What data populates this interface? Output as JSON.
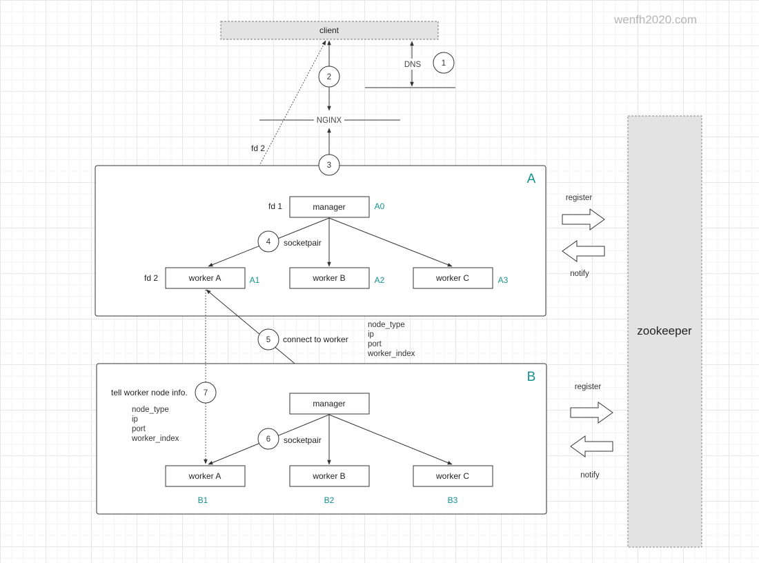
{
  "watermark": "wenfh2020.com",
  "client": {
    "label": "client"
  },
  "dns": {
    "label": "DNS"
  },
  "nginx": {
    "label": "NGINX"
  },
  "steps": [
    "1",
    "2",
    "3",
    "4",
    "5",
    "6",
    "7"
  ],
  "fd2_top_label": "fd 2",
  "cluster_a": {
    "title": "A",
    "fd1_label": "fd 1",
    "fd2_label": "fd 2",
    "manager": "manager",
    "manager_id": "A0",
    "socketpair": "socketpair",
    "workers": [
      {
        "label": "worker A",
        "id": "A1"
      },
      {
        "label": "worker B",
        "id": "A2"
      },
      {
        "label": "worker C",
        "id": "A3"
      }
    ]
  },
  "connect": {
    "label": "connect to worker",
    "fields": [
      "node_type",
      "ip",
      "port",
      "worker_index"
    ]
  },
  "cluster_b": {
    "title": "B",
    "manager": "manager",
    "socketpair": "socketpair",
    "tell_label": "tell worker node info.",
    "tell_fields": [
      "node_type",
      "ip",
      "port",
      "worker_index"
    ],
    "workers": [
      {
        "label": "worker A",
        "id": "B1"
      },
      {
        "label": "worker B",
        "id": "B2"
      },
      {
        "label": "worker C",
        "id": "B3"
      }
    ]
  },
  "zookeeper": {
    "label": "zookeeper",
    "a_register": "register",
    "a_notify": "notify",
    "b_register": "register",
    "b_notify": "notify"
  }
}
